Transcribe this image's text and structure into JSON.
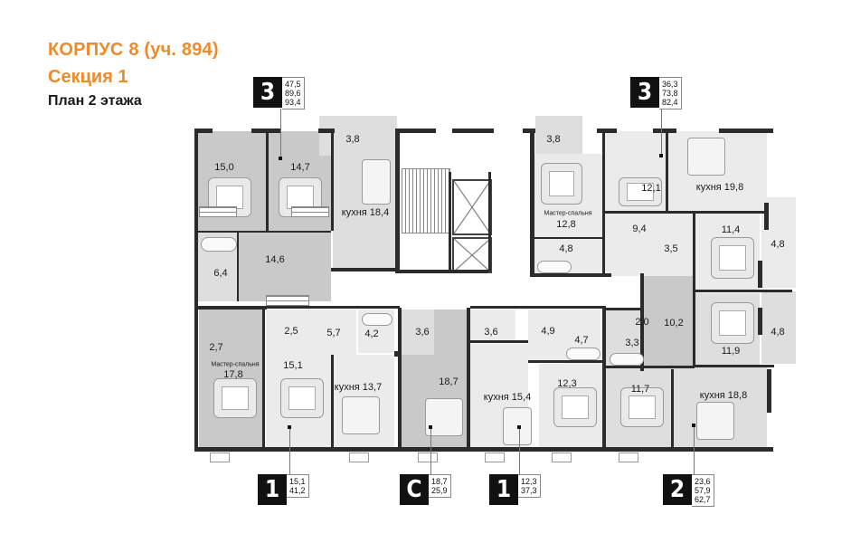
{
  "header": {
    "building": "КОРПУС 8 (уч. 894)",
    "section": "Секция 1",
    "floor_plan": "План 2 этажа"
  },
  "colors": {
    "title_accent": "#ef8a2a",
    "wall": "#2b2b2b",
    "room_dark": "#c9c9c9",
    "room_mid": "#dedede",
    "room_light": "#ebebeb"
  },
  "apartments": [
    {
      "id": "apt-top-left",
      "rooms_count": "3",
      "living_area": "47,5",
      "total_area": "89,6",
      "total_with_balcony": "93,4"
    },
    {
      "id": "apt-top-right",
      "rooms_count": "3",
      "living_area": "36,3",
      "total_area": "73,8",
      "total_with_balcony": "82,4"
    },
    {
      "id": "apt-bottom-1a",
      "rooms_count": "1",
      "living_area": "15,1",
      "total_area": "41,2"
    },
    {
      "id": "apt-studio",
      "rooms_count": "С",
      "living_area": "18,7",
      "total_area": "25,9"
    },
    {
      "id": "apt-bottom-1b",
      "rooms_count": "1",
      "living_area": "12,3",
      "total_area": "37,3"
    },
    {
      "id": "apt-bottom-2",
      "rooms_count": "2",
      "living_area": "23,6",
      "total_area": "57,9",
      "total_with_balcony": "62,7"
    }
  ],
  "rooms": {
    "r15_0": "15,0",
    "r14_7": "14,7",
    "r3_8a": "3,8",
    "kitchen18_4": "кухня 18,4",
    "r14_6": "14,6",
    "r6_4": "6,4",
    "r3_8b": "3,8",
    "master_label": "Мастер-спальня",
    "r12_8": "12,8",
    "r4_8a": "4,8",
    "r12_1": "12,1",
    "kitchen19_8": "кухня 19,8",
    "r9_4": "9,4",
    "r3_5": "3,5",
    "r11_4": "11,4",
    "r4_8b": "4,8",
    "r11_9": "11,9",
    "r4_8c": "4,8",
    "r2_7": "2,7",
    "r17_8": "17,8",
    "r2_5": "2,5",
    "r5_7": "5,7",
    "r4_2": "4,2",
    "r15_1": "15,1",
    "kitchen13_7": "кухня 13,7",
    "r3_6a": "3,6",
    "r18_7": "18,7",
    "r3_6b": "3,6",
    "kitchen15_4": "кухня 15,4",
    "r4_9": "4,9",
    "r4_7": "4,7",
    "r12_3": "12,3",
    "r2_0": "2,0",
    "r3_3": "3,3",
    "r10_2": "10,2",
    "r11_7": "11,7",
    "kitchen18_8": "кухня 18,8"
  }
}
